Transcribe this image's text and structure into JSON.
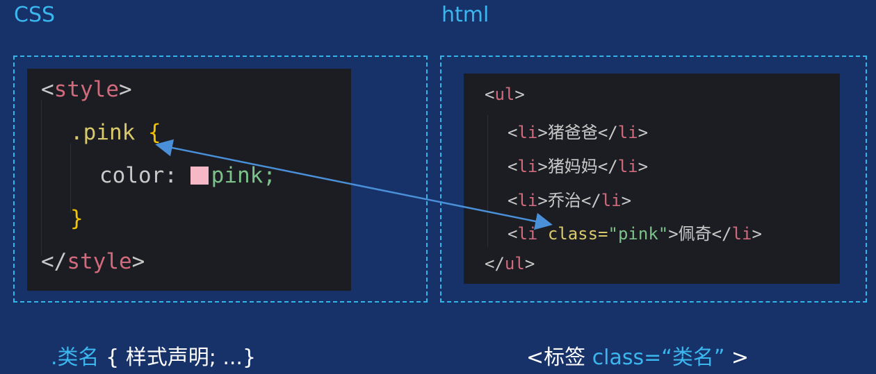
{
  "labels": {
    "css": "CSS",
    "html": "html"
  },
  "css_code": {
    "open_tag": "style",
    "selector": ".pink",
    "open_brace": "{",
    "property": "color:",
    "value": "pink;",
    "close_brace": "}",
    "close_tag": "style",
    "swatch_color": "#f6b8c6"
  },
  "html_code": {
    "ul": "ul",
    "li": "li",
    "items": [
      "猪爸爸",
      "猪妈妈",
      "乔治"
    ],
    "class_attr": "class=",
    "class_value": "\"pink\"",
    "last_item": "佩奇"
  },
  "footer": {
    "left_selector": ".类名",
    "left_rest": " { 样式声明; ...}",
    "right_open": "<标签 ",
    "right_class": "class=“类名”",
    "right_close": " >"
  },
  "colors": {
    "background": "#173169",
    "accent": "#3cb6ee",
    "arrow": "#4a90d9"
  }
}
